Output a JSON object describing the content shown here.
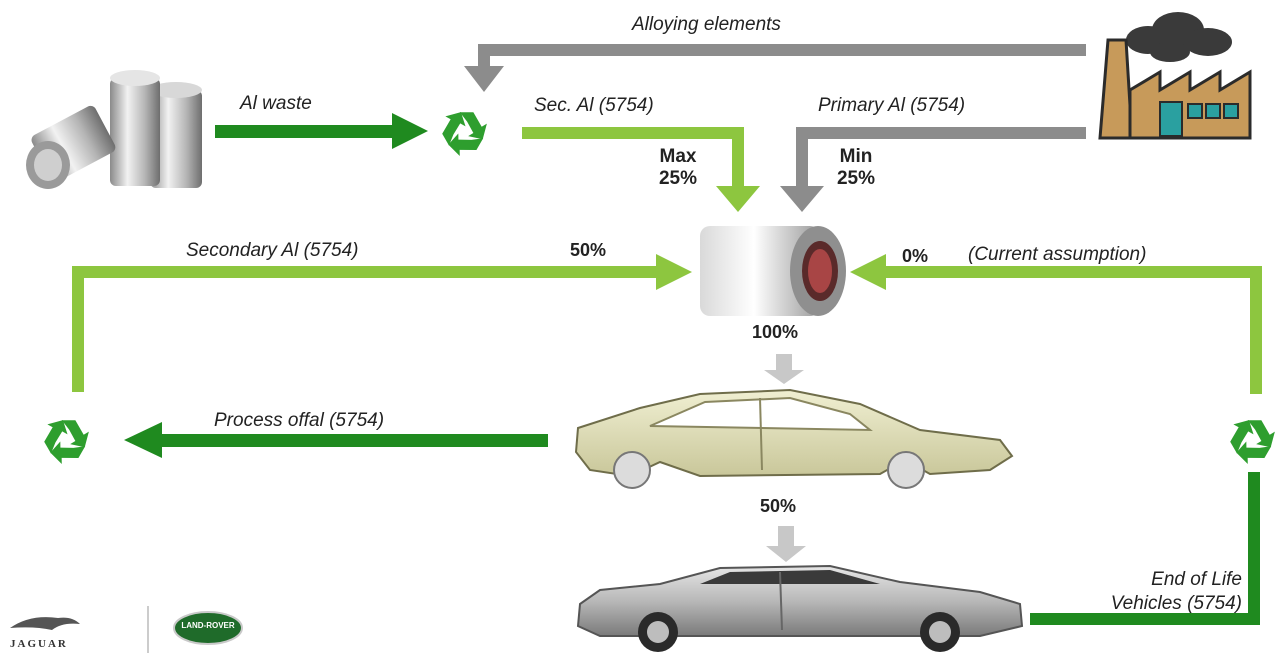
{
  "labels": {
    "alloying_elements": "Alloying elements",
    "al_waste": "Al waste",
    "sec_al": "Sec. Al (5754)",
    "primary_al": "Primary Al (5754)",
    "max": "Max",
    "max_pct": "25%",
    "min": "Min",
    "min_pct": "25%",
    "secondary_al": "Secondary Al (5754)",
    "secondary_pct": "50%",
    "eol_pct": "0%",
    "eol_assumption": "(Current assumption)",
    "coil_to_body_pct": "100%",
    "process_offal": "Process offal (5754)",
    "body_to_car_pct": "50%",
    "eol_line1": "End of Life",
    "eol_line2": "Vehicles (5754)",
    "brand_jaguar": "JAGUAR",
    "brand_landrover": "LAND-ROVER"
  },
  "icons": {
    "scrap_cans": "aluminium-scrap-cans-icon",
    "factory": "factory-icon",
    "recycle": "recycle-icon",
    "coil": "aluminium-coil-icon",
    "body_in_white": "car-body-shell-icon",
    "finished_car": "finished-car-icon"
  },
  "colors": {
    "dark_green": "#1f8a1f",
    "light_green": "#8dc63f",
    "gray_arrow": "#8c8c8c",
    "light_gray_arrow": "#c8c8c8",
    "recycle_green": "#2e9e2e"
  }
}
